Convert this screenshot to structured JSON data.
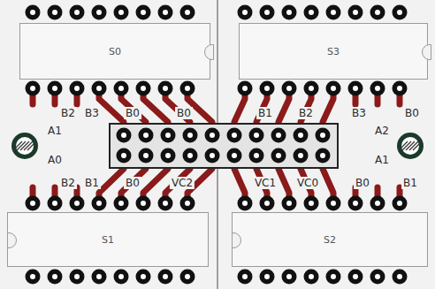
{
  "diagram": {
    "nodes": [
      {
        "text": [
          "S0"
        ]
      },
      {
        "text": [
          "S3"
        ]
      },
      {
        "text": [
          "S1"
        ]
      },
      {
        "text": [
          "S2"
        ]
      }
    ],
    "labels": [
      "B2",
      "B3",
      "B0",
      "B0",
      "B1",
      "B2",
      "B3",
      "B0",
      "A1",
      "A0",
      "A2",
      "A1",
      "B2",
      "B1",
      "B0",
      "VC2",
      "VC1",
      "VC0",
      "B0",
      "B1"
    ]
  }
}
